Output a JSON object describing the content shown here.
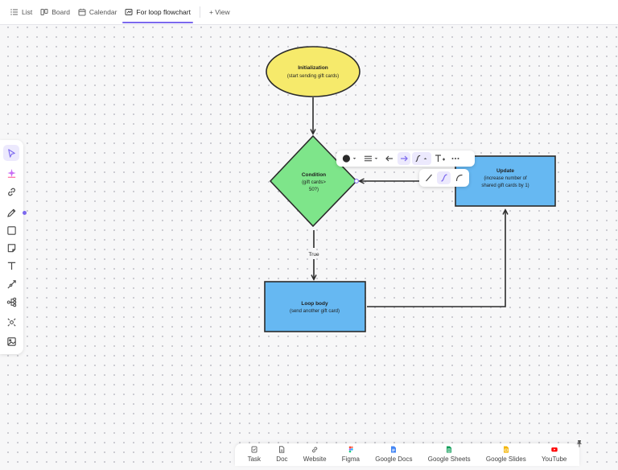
{
  "tabs": [
    {
      "label": "List",
      "icon": "list-icon"
    },
    {
      "label": "Board",
      "icon": "board-icon"
    },
    {
      "label": "Calendar",
      "icon": "calendar-icon"
    },
    {
      "label": "For loop flowchart",
      "icon": "whiteboard-icon",
      "active": true
    }
  ],
  "add_view_label": "+ View",
  "flowchart": {
    "init": {
      "title": "Initialization",
      "subtitle": "(start sending gift cards)",
      "color": "#f6ea6b"
    },
    "condition": {
      "title": "Condition",
      "line1": "(gift cards>",
      "line2": "50?)",
      "color": "#7ee58a"
    },
    "update": {
      "title": "Update",
      "line1": "(increase number of",
      "line2": "shared gift cards by 1)",
      "color": "#66b8f2"
    },
    "loop_body": {
      "title": "Loop body",
      "subtitle": "(send another gift card)",
      "color": "#66b8f2"
    },
    "true_label": "True"
  },
  "left_toolbar": {
    "tools": [
      "pointer-icon",
      "ai-sparkle-icon",
      "link-icon",
      "pen-icon",
      "square-icon",
      "sticky-note-icon",
      "text-icon",
      "connector-icon",
      "mind-map-icon",
      "ai-shapes-icon",
      "image-icon"
    ],
    "accent_color": "#7b68ee"
  },
  "bottom_bar": {
    "items": [
      {
        "label": "Task",
        "icon": "task-icon",
        "color": "#666666"
      },
      {
        "label": "Doc",
        "icon": "doc-icon",
        "color": "#666666"
      },
      {
        "label": "Website",
        "icon": "link-icon",
        "color": "#666666"
      },
      {
        "label": "Figma",
        "icon": "figma-icon",
        "color": "#f24e1e"
      },
      {
        "label": "Google Docs",
        "icon": "google-docs-icon",
        "color": "#4285f4"
      },
      {
        "label": "Google Sheets",
        "icon": "google-sheets-icon",
        "color": "#0f9d58"
      },
      {
        "label": "Google Slides",
        "icon": "google-slides-icon",
        "color": "#f4b400"
      },
      {
        "label": "YouTube",
        "icon": "youtube-icon",
        "color": "#ff0000"
      }
    ]
  }
}
